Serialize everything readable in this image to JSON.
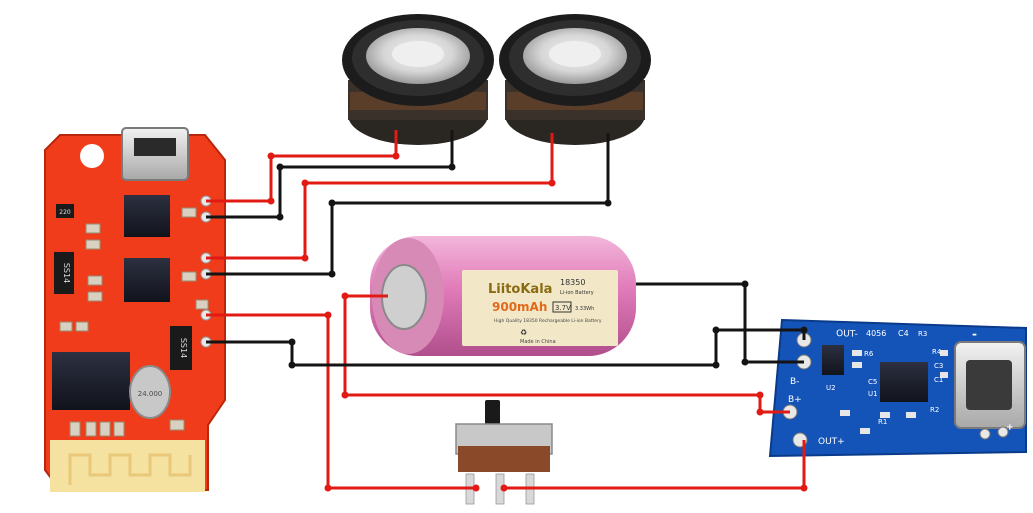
{
  "battery": {
    "brand": "LiitoKala",
    "model": "18350",
    "chem": "Li-ion Battery",
    "capacity": "900mAh",
    "voltage": "3.7V",
    "energy": "3.33Wh",
    "desc": "High Quality 18350 Rechargeable Li-ion Battery",
    "made": "Made in China"
  },
  "amp_board": {
    "diode_a": "SS14",
    "diode_b": "SS14",
    "crystal": "24.000",
    "resistor": "220"
  },
  "charger_board": {
    "title": "4056",
    "out_minus": "OUT-",
    "out_plus": "OUT+",
    "b_minus": "B-",
    "b_plus": "B+",
    "plus": "+",
    "minus": "-",
    "c4": "C4",
    "r3": "R3",
    "r4": "R4",
    "c3": "C3",
    "c1": "C1",
    "r2": "R2",
    "r1": "R1",
    "c5": "C5",
    "u2": "U2",
    "r6": "R6",
    "u1": "U1"
  },
  "colors": {
    "wire_positive": "#e11a14",
    "wire_negative": "#141414",
    "amp_pcb": "#f03c1a",
    "charger_pcb": "#1454b8",
    "battery_wrap": "#e07ab8"
  }
}
